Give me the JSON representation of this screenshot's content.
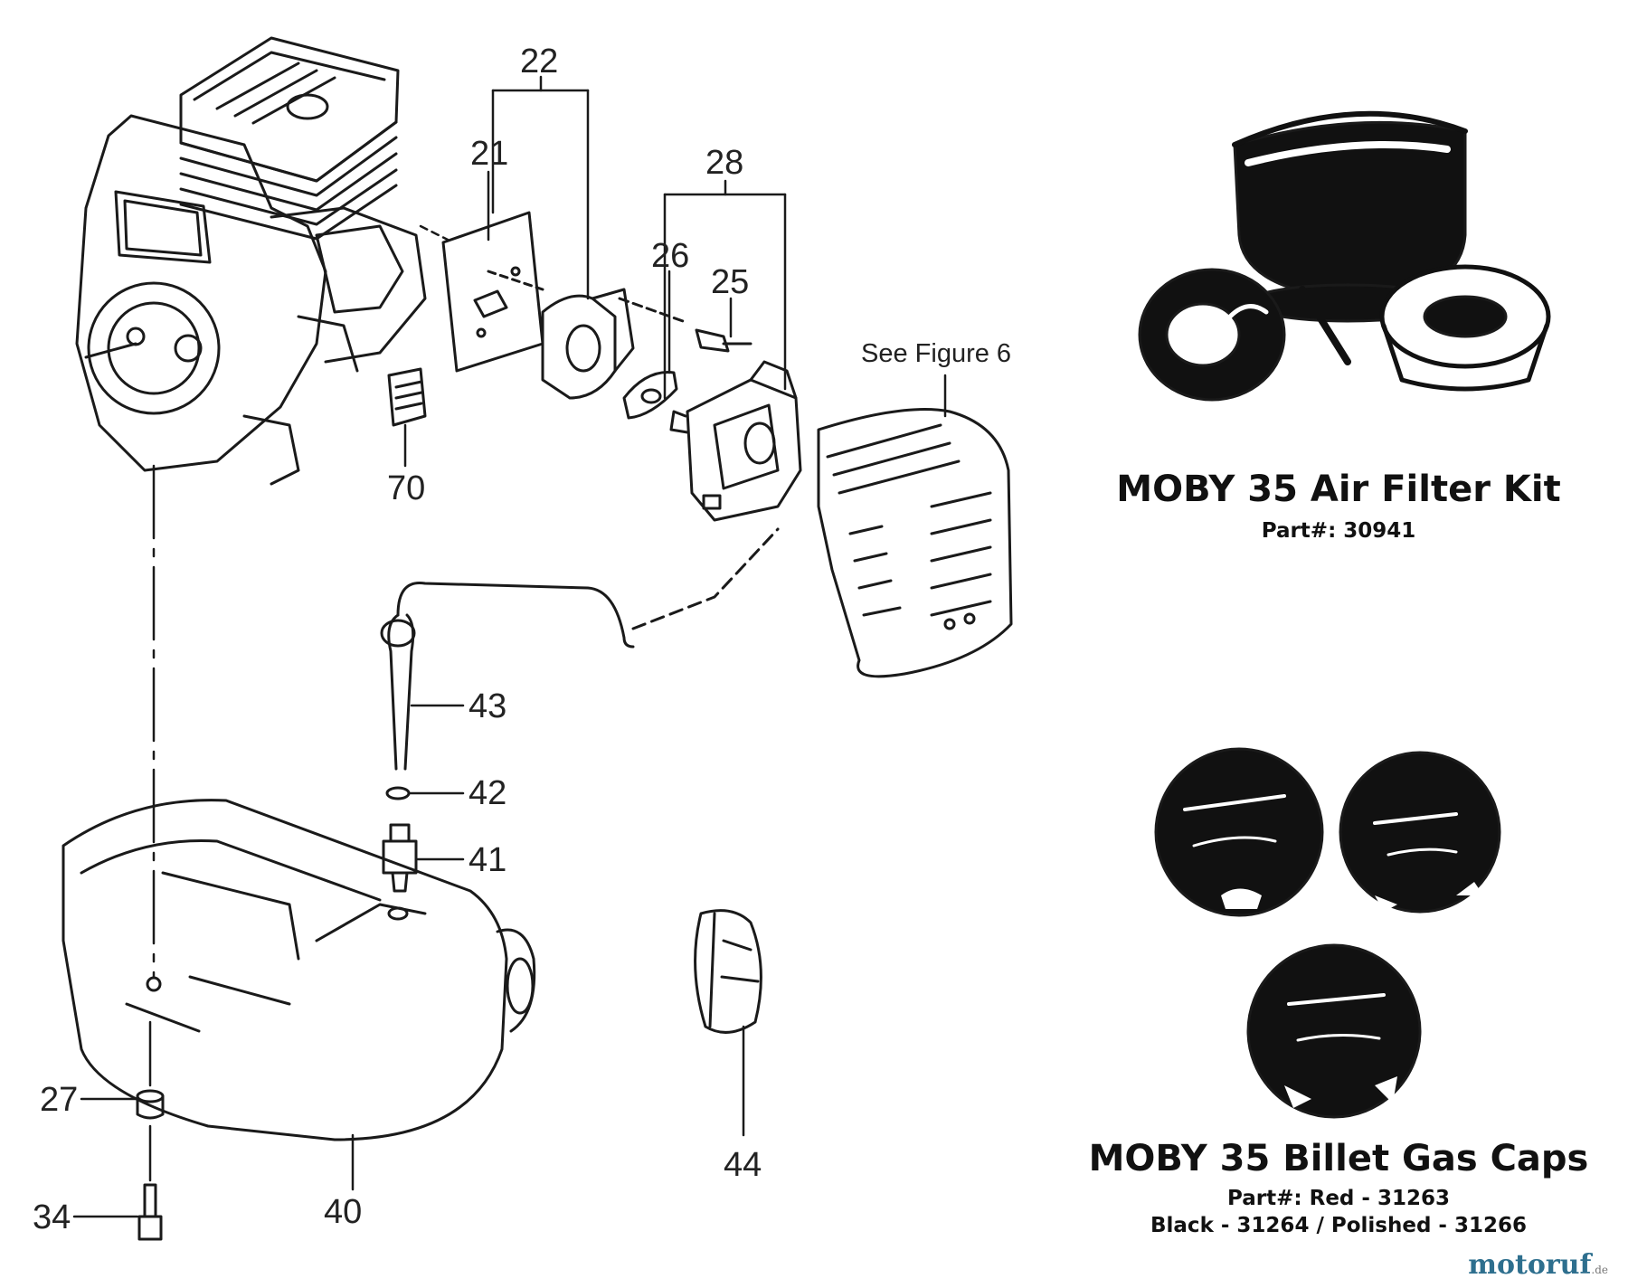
{
  "callouts": {
    "n22": "22",
    "n21": "21",
    "n28": "28",
    "n26": "26",
    "n25": "25",
    "n70": "70",
    "n43": "43",
    "n42": "42",
    "n41": "41",
    "n44": "44",
    "n27": "27",
    "n34": "34",
    "n40": "40"
  },
  "see_figure": "See Figure 6",
  "air_filter": {
    "title": "MOBY 35 Air Filter Kit",
    "part": "Part#: 30941"
  },
  "gas_caps": {
    "title": "MOBY 35 Billet Gas Caps",
    "part_line1": "Part#:  Red - 31263",
    "part_line2": "Black - 31264 / Polished - 31266"
  },
  "watermark": {
    "brand": "motoruf",
    "suffix": ".de"
  },
  "colors": {
    "ink": "#1a1a1a",
    "watermark": "#2e6f8e"
  }
}
